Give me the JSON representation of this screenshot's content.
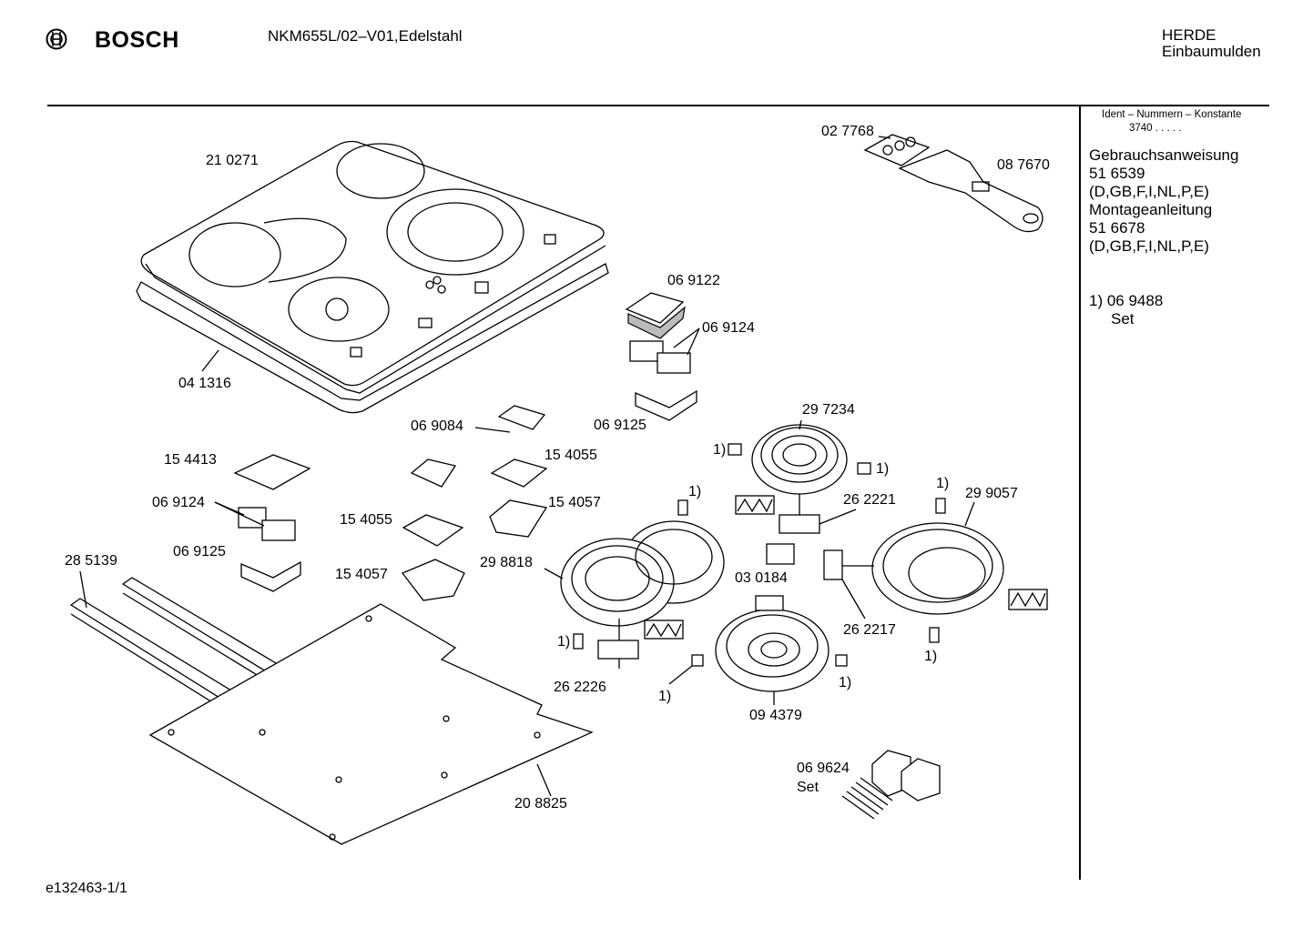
{
  "header": {
    "brand": "BOSCH",
    "model": "NKM655L/02–V01,Edelstahl",
    "category_line1": "HERDE",
    "category_line2": "Einbaumulden"
  },
  "sidebar": {
    "ident_heading": "Ident – Nummern – Konstante",
    "ident_code": "3740  .  .  .  .  .",
    "lines": [
      "Gebrauchsanweisung",
      "51 6539",
      "(D,GB,F,I,NL,P,E)",
      "Montageanleitung",
      "51 6678",
      "(D,GB,F,I,NL,P,E)"
    ],
    "note_line1": "1)  06 9488",
    "note_line2": "Set"
  },
  "parts": {
    "p210271": "21 0271",
    "p041316": "04 1316",
    "p027768": "02 7768",
    "p087670": "08 7670",
    "p069122": "06 9122",
    "p069124a": "06 9124",
    "p069125a": "06 9125",
    "p069084": "06 9084",
    "p154055a": "15 4055",
    "p154413": "15 4413",
    "p069124b": "06 9124",
    "p154057a": "15 4057",
    "p154055b": "15 4055",
    "p069125b": "06 9125",
    "p285139": "28 5139",
    "p154057b": "15 4057",
    "p297234": "29 7234",
    "p262221": "26 2221",
    "p299057": "29 9057",
    "p298818": "29 8818",
    "p030184": "03 0184",
    "p262217": "26 2217",
    "p262226": "26 2226",
    "p094379": "09 4379",
    "p208825": "20 8825",
    "p069624": "06 9624",
    "set": "Set",
    "note_ref": "1)"
  },
  "footer": {
    "ref": "e132463-1/1"
  }
}
